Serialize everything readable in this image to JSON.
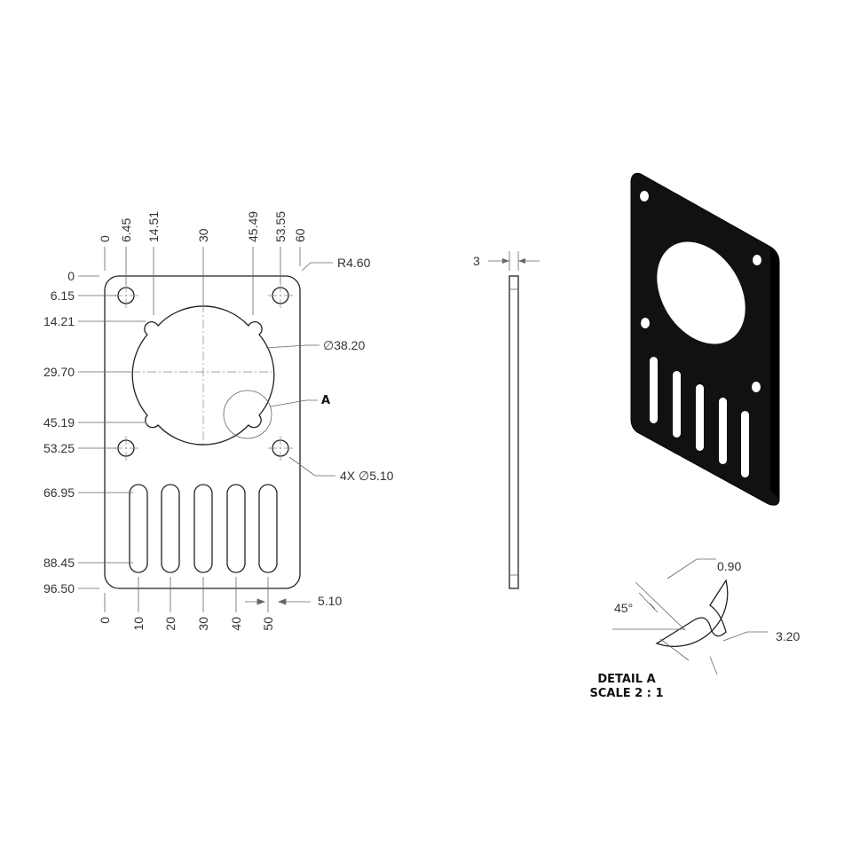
{
  "front_view": {
    "top_labels": [
      "0",
      "6.45",
      "14.51",
      "30",
      "45.49",
      "53.55",
      "60"
    ],
    "left_labels": [
      "0",
      "6.15",
      "14.21",
      "29.70",
      "45.19",
      "53.25",
      "66.95",
      "88.45",
      "96.50"
    ],
    "bottom_labels": [
      "0",
      "10",
      "20",
      "30",
      "40",
      "50"
    ],
    "callouts": {
      "radius": "R4.60",
      "bore": "∅38.20",
      "detail_ref": "A",
      "holes": "4X ∅5.10",
      "slot_width": "5.10"
    }
  },
  "side_view": {
    "thickness": "3"
  },
  "detail_view": {
    "angle": "45°",
    "dim_top": "0.90",
    "dim_right": "3.20",
    "title": "DETAIL A",
    "scale": "SCALE 2 : 1"
  },
  "icons": {
    "iso_view": "isometric-plate-view"
  },
  "colors": {
    "line": "#222222",
    "plate_fill": "#111111"
  }
}
